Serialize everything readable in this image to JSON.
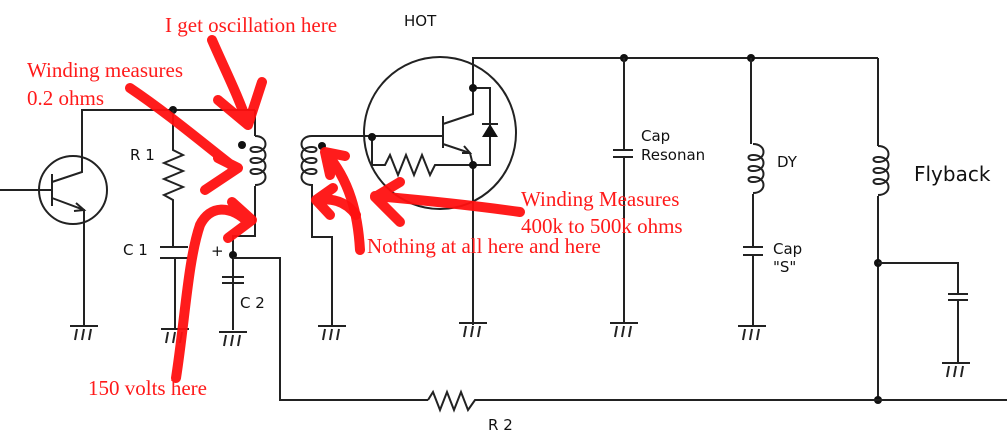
{
  "diagram": {
    "labels": {
      "hot": "HOT",
      "r1": "R 1",
      "c1": "C 1",
      "c2": "C 2",
      "plus": "+",
      "r2": "R 2",
      "cap_resonan_1": "Cap",
      "cap_resonan_2": "Resonan",
      "dy": "DY",
      "cap_s_1": "Cap",
      "cap_s_2": "\"S\"",
      "flyback": "Flyback"
    },
    "annotations": {
      "oscillation": "I get oscillation here",
      "winding_low_1": "Winding measures",
      "winding_low_2": "0.2 ohms",
      "volts": "150 volts here",
      "nothing": "Nothing at all here and here",
      "winding_high_1": "Winding Measures",
      "winding_high_2": "400k to 500k ohms"
    },
    "colors": {
      "annotation": "#ff1a1a",
      "wire": "#222222"
    }
  }
}
